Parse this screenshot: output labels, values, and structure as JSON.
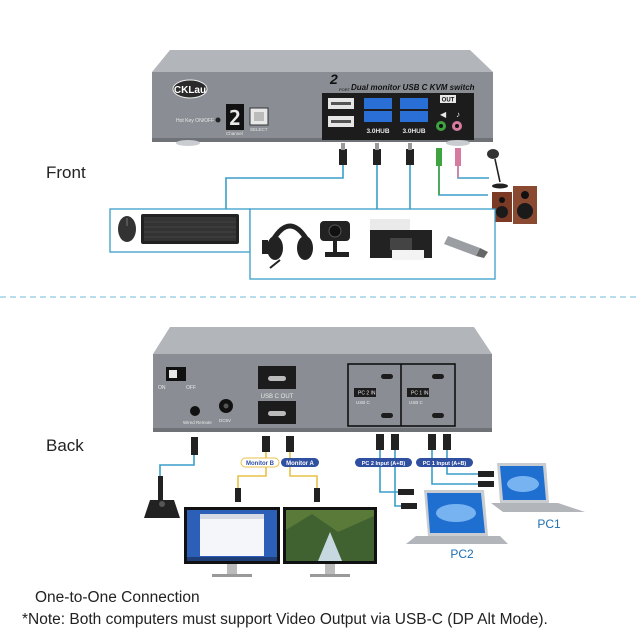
{
  "sections": {
    "front_label": "Front",
    "back_label": "Back"
  },
  "front_panel": {
    "brand": "CKLau",
    "port_count": "2",
    "port_word": "PORT",
    "title": "Dual monitor USB C KVM switch",
    "hotkey_label": "Hot Key ON/OFF",
    "channel_digit": "2",
    "channel_label": "Channel",
    "select_label": "SELECT",
    "hub_label_1": "3.0HUB",
    "hub_label_2": "3.0HUB",
    "out_label": "OUT"
  },
  "back_panel": {
    "on_label": "ON",
    "off_label": "OFF",
    "wired_remote_label": "Wired Remote",
    "dc_label": "DC5V",
    "usbc_out_label": "USB C OUT",
    "pc2_in_label": "PC 2 IN",
    "pc1_in_label": "PC 1 IN",
    "usbc_label_pc2": "USB C",
    "usbc_label_pc1": "USB C"
  },
  "cable_tags": {
    "monitor_b": "Monitor B",
    "monitor_a": "Monitor A",
    "pc2_input": "PC 2 Input (A+B)",
    "pc1_input": "PC 1 Input (A+B)"
  },
  "devices": {
    "pc1_label": "PC1",
    "pc2_label": "PC2"
  },
  "footer": {
    "line1": "One-to-One Connection",
    "line2": "*Note: Both computers must support Video Output via USB-C (DP Alt Mode)."
  },
  "colors": {
    "device_body": "#8a8e94",
    "device_top": "#a9adb2",
    "cable_line": "#3a9ec9",
    "monitor_cable": "#e8c14a",
    "tag_bg": "#2f4fa0",
    "divider": "#9fd3e6",
    "usb_blue": "#2a6fd6"
  }
}
